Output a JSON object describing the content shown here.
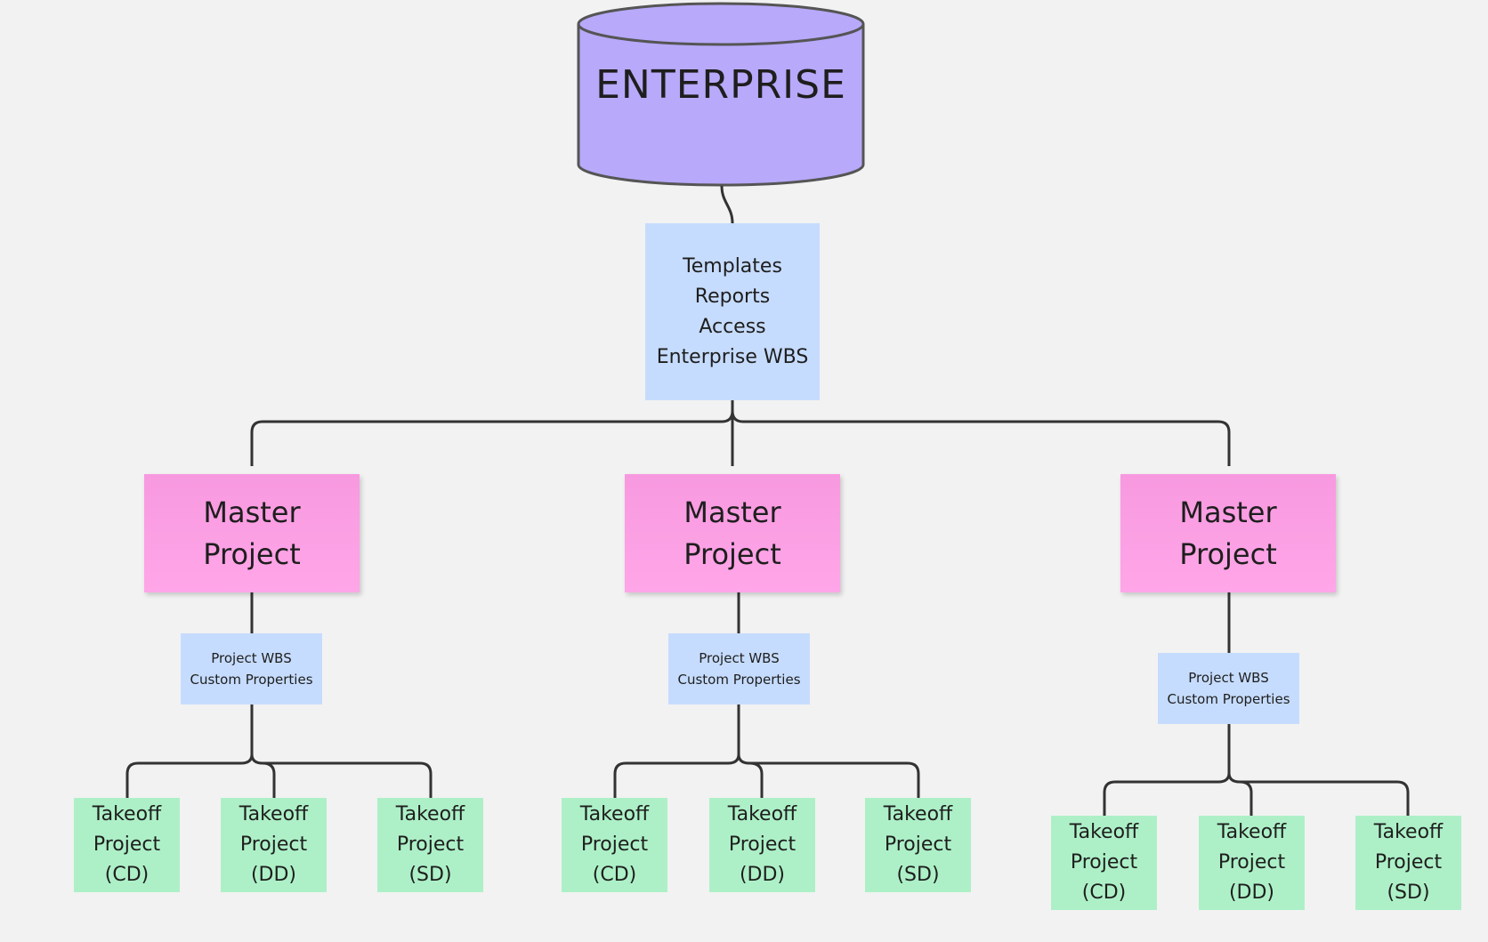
{
  "colors": {
    "background": "#f2f2f2",
    "enterprise": "#b8a9fa",
    "info_box": "#c6dcfe",
    "master_project": "#ffa3e5",
    "takeoff_project": "#adf0c7",
    "connector": "#333333"
  },
  "enterprise": {
    "label": "ENTERPRISE",
    "shape": "cylinder"
  },
  "enterprise_features": {
    "lines": [
      "Templates",
      "Reports",
      "Access",
      "Enterprise WBS"
    ]
  },
  "masters": [
    {
      "label_lines": [
        "Master",
        "Project"
      ],
      "wbs_lines": [
        "Project WBS",
        "Custom Properties"
      ],
      "takeoffs": [
        {
          "lines": [
            "Takeoff",
            "Project",
            "(CD)"
          ]
        },
        {
          "lines": [
            "Takeoff",
            "Project",
            "(DD)"
          ]
        },
        {
          "lines": [
            "Takeoff",
            "Project",
            "(SD)"
          ]
        }
      ]
    },
    {
      "label_lines": [
        "Master",
        "Project"
      ],
      "wbs_lines": [
        "Project WBS",
        "Custom Properties"
      ],
      "takeoffs": [
        {
          "lines": [
            "Takeoff",
            "Project",
            "(CD)"
          ]
        },
        {
          "lines": [
            "Takeoff",
            "Project",
            "(DD)"
          ]
        },
        {
          "lines": [
            "Takeoff",
            "Project",
            "(SD)"
          ]
        }
      ]
    },
    {
      "label_lines": [
        "Master",
        "Project"
      ],
      "wbs_lines": [
        "Project WBS",
        "Custom Properties"
      ],
      "takeoffs": [
        {
          "lines": [
            "Takeoff",
            "Project",
            "(CD)"
          ]
        },
        {
          "lines": [
            "Takeoff",
            "Project",
            "(DD)"
          ]
        },
        {
          "lines": [
            "Takeoff",
            "Project",
            "(SD)"
          ]
        }
      ]
    }
  ]
}
